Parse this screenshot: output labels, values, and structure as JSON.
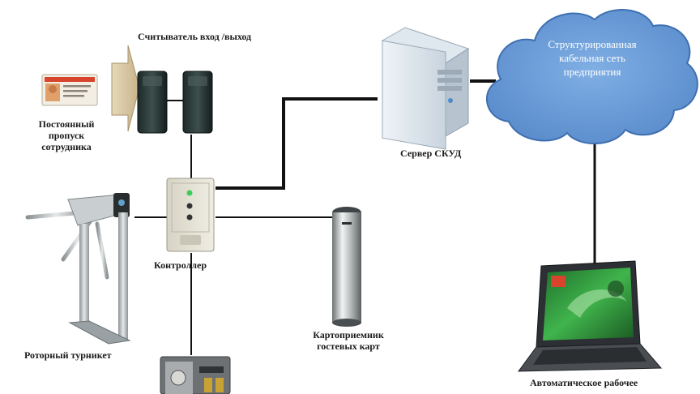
{
  "labels": {
    "reader": "Считыватель вход /выход",
    "pass": [
      "Постоянный",
      "пропуск",
      "сотрудника"
    ],
    "controller": "Контроллер",
    "turnstile": "Роторный турникет",
    "card_collector": [
      "Картоприемник",
      "гостевых карт"
    ],
    "server": "Сервер СКУД",
    "cloud": [
      "Структурированная",
      "кабельная сеть",
      "предприятия"
    ],
    "workstation": "Автоматическое рабочее"
  },
  "colors": {
    "line": "#111111",
    "cloud_fill": "#6d9ed8",
    "cloud_stroke": "#3e6fb0",
    "laptop_screen": "#2f9a3a",
    "led": "#3ecb5a"
  },
  "icons": {
    "pass": "employee-badge-icon",
    "reader": "card-reader-icon",
    "controller": "controller-icon",
    "turnstile": "tripod-turnstile-icon",
    "card_collector": "card-collector-icon",
    "server": "server-tower-icon",
    "cloud": "network-cloud-icon",
    "laptop": "laptop-workstation-icon",
    "lock": "electromechanical-lock-icon"
  }
}
